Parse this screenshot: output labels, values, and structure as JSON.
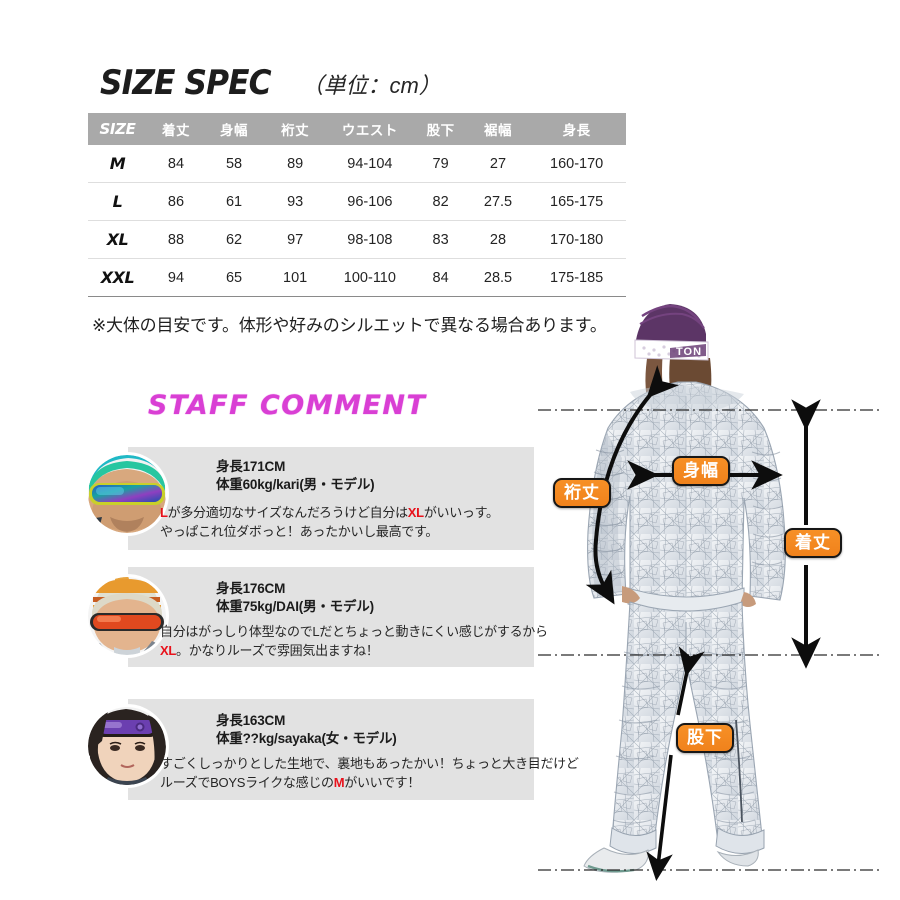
{
  "header": {
    "title": "SIZE SPEC",
    "unit": "（単位：cm）"
  },
  "spec_table": {
    "columns": [
      "SIZE",
      "着丈",
      "身幅",
      "裄丈",
      "ウエスト",
      "股下",
      "裾幅",
      "身長"
    ],
    "rows": [
      {
        "size": "M",
        "kitake": "84",
        "mihaba": "58",
        "yukitake": "89",
        "waist": "94-104",
        "matashita": "79",
        "susohaba": "27",
        "shincho": "160-170"
      },
      {
        "size": "L",
        "kitake": "86",
        "mihaba": "61",
        "yukitake": "93",
        "waist": "96-106",
        "matashita": "82",
        "susohaba": "27.5",
        "shincho": "165-175"
      },
      {
        "size": "XL",
        "kitake": "88",
        "mihaba": "62",
        "yukitake": "97",
        "waist": "98-108",
        "matashita": "83",
        "susohaba": "28",
        "shincho": "170-180"
      },
      {
        "size": "XXL",
        "kitake": "94",
        "mihaba": "65",
        "yukitake": "101",
        "waist": "100-110",
        "matashita": "84",
        "susohaba": "28.5",
        "shincho": "175-185"
      }
    ],
    "note": "※大体の目安です。体形や好みのシルエットで異なる場合あります。"
  },
  "staff": {
    "heading": "STAFF COMMENT",
    "highlight_color": "#e8111b",
    "heading_color": "#d93fd4",
    "comments": [
      {
        "height": "身長171CM",
        "weight": "体重60kg/kari(男・モデル)",
        "body_line1_a": "L",
        "body_line1_b": "が多分適切なサイズなんだろうけど自分は",
        "body_line1_c": "XL",
        "body_line1_d": "がいいっす。",
        "body_line2": "やっぱこれ位ダボっと！あったかいし最高です。",
        "avatar": "male-goggles-teal-helmet"
      },
      {
        "height": "身長176CM",
        "weight": "体重75kg/DAI(男・モデル)",
        "body_line1_a": "自分はがっしり体型なのでLだとちょっと動きにくい感じがするから",
        "body_line2_a": "XL",
        "body_line2_b": "。かなりルーズで雰囲気出ますね！",
        "avatar": "male-striped-beanie-red-goggles"
      },
      {
        "height": "身長163CM",
        "weight": "体重??kg/sayaka(女・モデル)",
        "body_line1_a": "すごくしっかりとした生地で、裏地もあったかい！ちょっと大き目だけど",
        "body_line2_a": "ルーズでBOYSライクな感じの",
        "body_line2_b": "M",
        "body_line2_c": "がいいです！",
        "avatar": "female-purple-goggles"
      }
    ]
  },
  "diagram": {
    "alt": "back view of model wearing patterned one-piece snow suit with purple beanie",
    "label_bg": "#f0821c",
    "label_text_color": "#ffffff",
    "labels": [
      {
        "id": "yukitake",
        "text": "裄丈",
        "measure": "sleeve-length"
      },
      {
        "id": "mihaba",
        "text": "身幅",
        "measure": "chest-width"
      },
      {
        "id": "kitake",
        "text": "着丈",
        "measure": "body-length"
      },
      {
        "id": "matashita",
        "text": "股下",
        "measure": "inseam"
      }
    ]
  }
}
